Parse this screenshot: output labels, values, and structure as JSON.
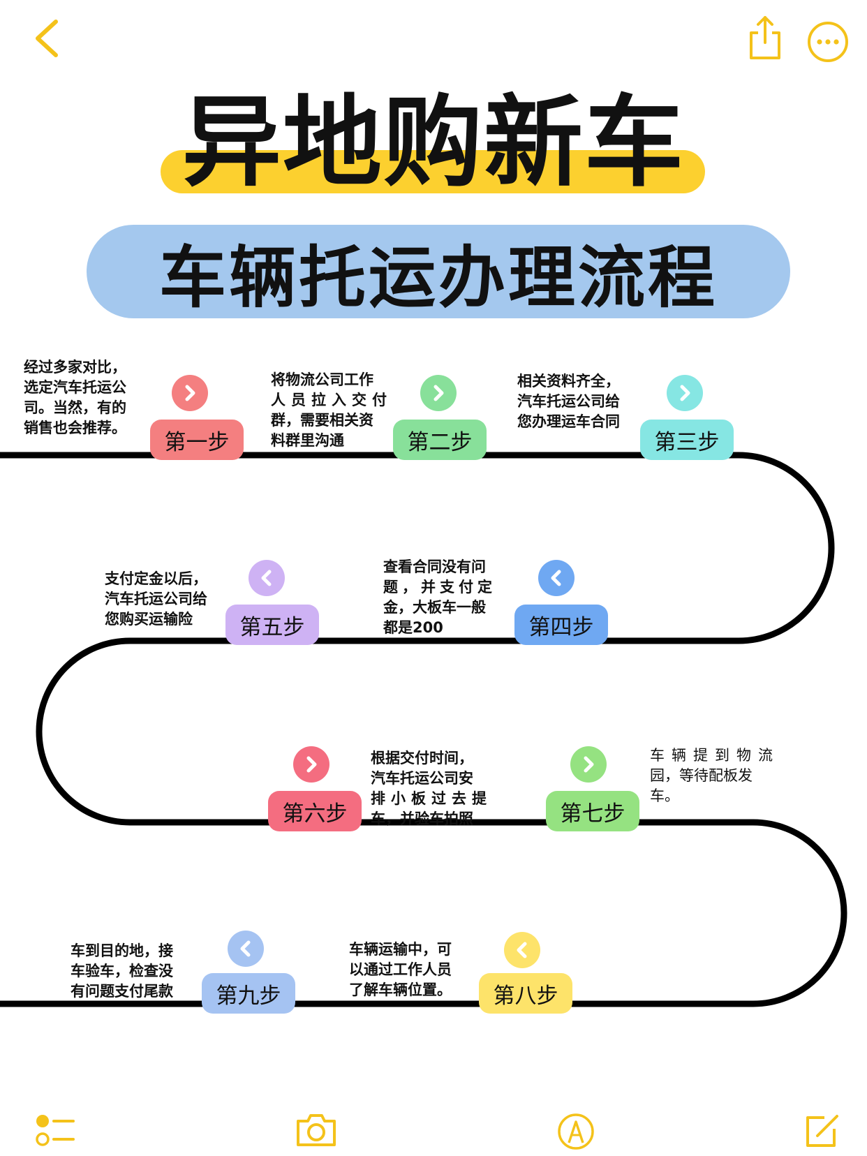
{
  "title": "异地购新车",
  "subtitle": "车辆托运办理流程",
  "colors": {
    "accent": "#f4c21a",
    "title_highlight": "#fcd02f",
    "subtitle_pill": "#a4c8ee",
    "step1": "#f47f80",
    "step2": "#88e09a",
    "step3": "#86e6e3",
    "step4": "#6fa8f2",
    "step5": "#ceb2f4",
    "step6": "#f46d80",
    "step7": "#95e281",
    "step8": "#fde36a",
    "step9": "#a5c3f2"
  },
  "icons": {
    "back": "chevron-left-icon",
    "share": "share-icon",
    "more": "more-icon",
    "checklist": "checklist-icon",
    "camera": "camera-icon",
    "markup": "pen-icon",
    "compose": "compose-icon"
  },
  "steps": [
    {
      "label": "第一步",
      "text": [
        "经过多家对比，",
        "选定汽车托运公",
        "司。当然，有的",
        "销售也会推荐。"
      ],
      "direction": "right"
    },
    {
      "label": "第二步",
      "text": [
        "将物流公司工作",
        "人员拉入交付",
        "群，需要相关资",
        "料群里沟通"
      ],
      "direction": "right"
    },
    {
      "label": "第三步",
      "text": [
        "相关资料齐全，",
        "汽车托运公司给",
        "您办理运车合同"
      ],
      "direction": "right"
    },
    {
      "label": "第四步",
      "text": [
        "查看合同没有问",
        "题，并支付定",
        "金，大板车一般",
        "都是200"
      ],
      "direction": "left"
    },
    {
      "label": "第五步",
      "text": [
        "支付定金以后，",
        "汽车托运公司给",
        "您购买运输险"
      ],
      "direction": "left"
    },
    {
      "label": "第六步",
      "text": [
        "根据交付时间，",
        "汽车托运公司安",
        "排小板过去提",
        "车，并验车拍照"
      ],
      "direction": "right"
    },
    {
      "label": "第七步",
      "text": [
        "车辆提到物流",
        "园，等待配板发",
        "车。"
      ],
      "direction": "right"
    },
    {
      "label": "第八步",
      "text": [
        "车辆运输中，可",
        "以通过工作人员",
        "了解车辆位置。"
      ],
      "direction": "left"
    },
    {
      "label": "第九步",
      "text": [
        "车到目的地，接",
        "车验车，检查没",
        "有问题支付尾款"
      ],
      "direction": "left"
    }
  ]
}
